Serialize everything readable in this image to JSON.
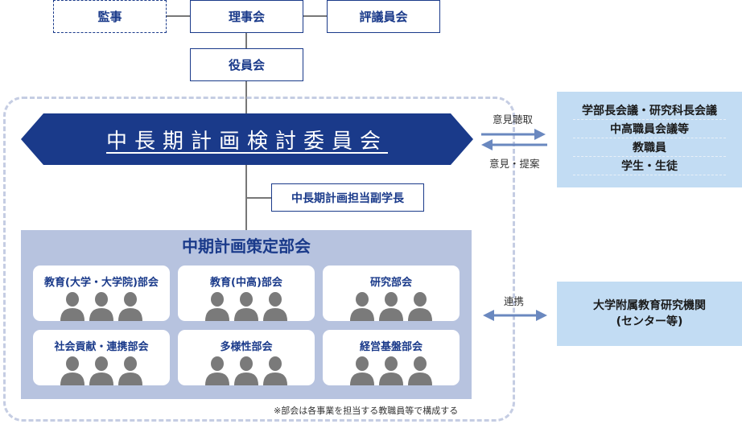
{
  "top": {
    "auditor": "監事",
    "board_of_directors": "理事会",
    "councillors": "評議員会",
    "executive_board": "役員会"
  },
  "committee": {
    "title": "中長期計画検討委員会",
    "vice_president": "中長期計画担当副学長"
  },
  "panel": {
    "title": "中期計画策定部会",
    "subcommittees": [
      {
        "label": "教育(大学・大学院)部会"
      },
      {
        "label": "教育(中高)部会"
      },
      {
        "label": "研究部会"
      },
      {
        "label": "社会貢献・連携部会"
      },
      {
        "label": "多様性部会"
      },
      {
        "label": "経営基盤部会"
      }
    ],
    "note": "※部会は各事業を担当する教職員等で構成する",
    "person_icon": "person-icon"
  },
  "arrows": {
    "hearing": "意見聴取",
    "proposal": "意見・提案",
    "collaboration": "連携"
  },
  "stakeholders": {
    "lines": [
      "学部長会議・研究科長会議",
      "中高職員会議等",
      "教職員",
      "学生・生徒"
    ]
  },
  "institutes": {
    "line1": "大学附属教育研究機関",
    "line2": "(センター等)"
  },
  "colors": {
    "navy": "#1a3a8a",
    "panel": "#b7c3df",
    "light_blue": "#c2dcf3",
    "arrow": "#6a88bf",
    "person": "#7a7a7a"
  }
}
